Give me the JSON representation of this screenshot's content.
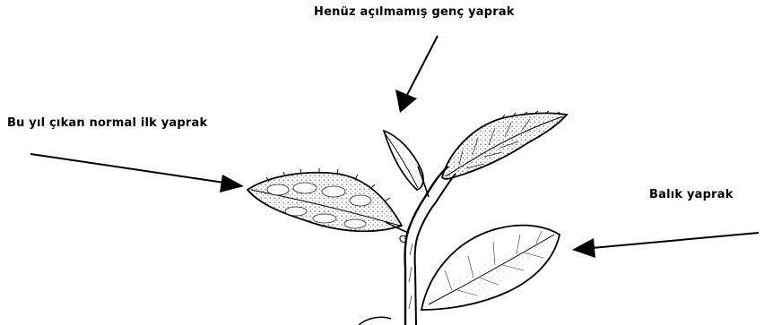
{
  "labels": {
    "young_leaf": "Henüz açılmamış genç yaprak",
    "first_leaf": "Bu yıl çıkan normal ilk yaprak",
    "fish_leaf": "Balık yaprak"
  },
  "colors": {
    "ink": "#000000",
    "shade": "#666666",
    "background": "#ffffff"
  }
}
